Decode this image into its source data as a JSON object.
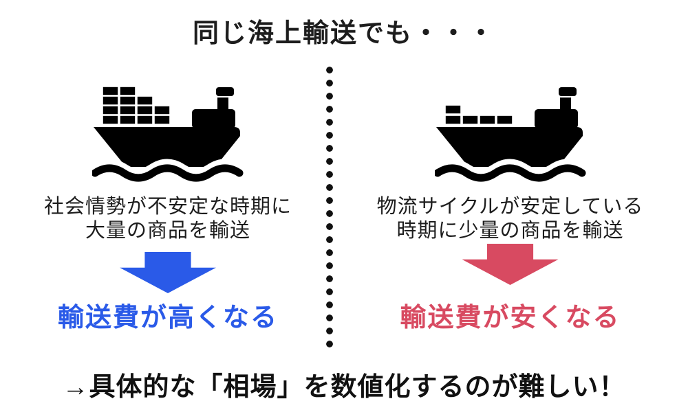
{
  "title": "同じ海上輸送でも・・・",
  "colors": {
    "ink": "#1d1d1d",
    "blue": "#2a5ae8",
    "red": "#d84a61",
    "icon": "#000000"
  },
  "divider": {
    "icon": "vertical-dotted-line"
  },
  "left_panel": {
    "ship_icon": "cargo-ship-many-containers-icon",
    "desc_line1": "社会情勢が不安定な時期に",
    "desc_line2": "大量の商品を輸送",
    "arrow_icon": "down-arrow-blue",
    "result": "輸送費が高くなる"
  },
  "right_panel": {
    "ship_icon": "cargo-ship-few-containers-icon",
    "desc_line1": "物流サイクルが安定している",
    "desc_line2": "時期に少量の商品を輸送",
    "arrow_icon": "down-arrow-red",
    "result": "輸送費が安くなる"
  },
  "conclusion": "→具体的な「相場」を数値化するのが難しい！"
}
